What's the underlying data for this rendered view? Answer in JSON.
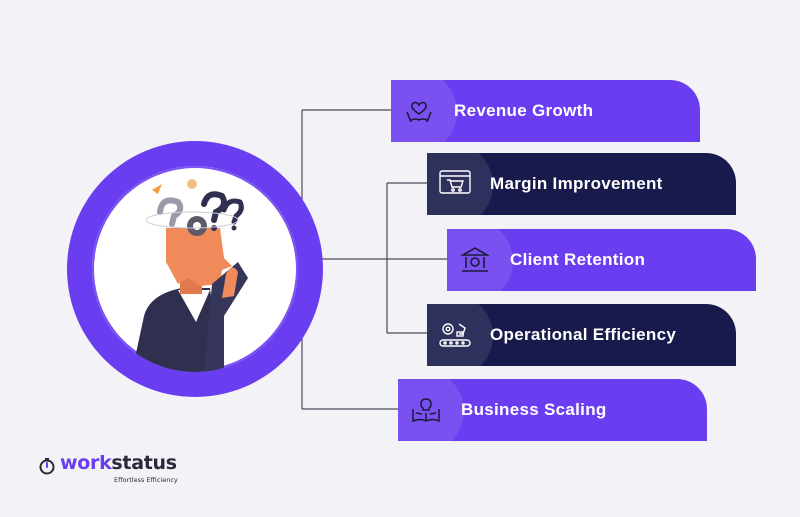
{
  "cards": [
    {
      "label": "Revenue Growth",
      "icon": "hand-heart-icon",
      "color": "#6b3df0"
    },
    {
      "label": "Margin Improvement",
      "icon": "shopping-cart-icon",
      "color": "#171a4a"
    },
    {
      "label": "Client Retention",
      "icon": "bank-icon",
      "color": "#6b3df0"
    },
    {
      "label": "Operational Efficiency",
      "icon": "conveyor-gear-icon",
      "color": "#171a4a"
    },
    {
      "label": "Business Scaling",
      "icon": "book-lightbulb-icon",
      "color": "#6b3df0"
    }
  ],
  "logo": {
    "brand_part1": "work",
    "brand_part2": "status",
    "tagline": "Effortless Efficiency",
    "icon": "stopwatch-icon"
  },
  "central_figure": {
    "icon": "thinking-person-icon"
  },
  "colors": {
    "purple": "#6b3df0",
    "navy": "#171a4a",
    "background": "#f3f2f7"
  }
}
